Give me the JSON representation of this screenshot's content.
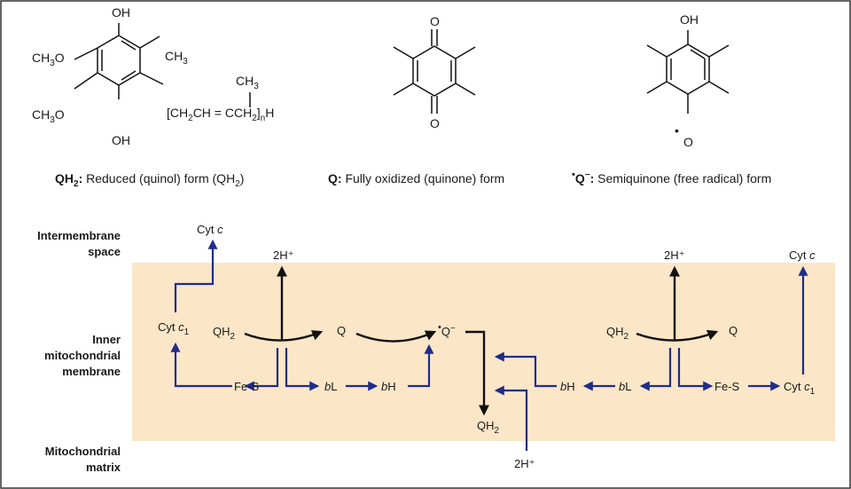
{
  "colors": {
    "membrane": "#fbe6c7",
    "electron_path": "#1f2d8a",
    "proton_path": "#111111",
    "border": "#333333"
  },
  "structures": {
    "qh2": {
      "oh_top": "OH",
      "oh_bottom": "OH",
      "och3_upper_main": "CH",
      "och3_upper_sub": "3",
      "och3_upper_tail": "O",
      "och3_lower_main": "CH",
      "och3_lower_sub": "3",
      "och3_lower_tail": "O",
      "ch3_main": "CH",
      "ch3_sub": "3",
      "chain_ch3_main": "CH",
      "chain_ch3_sub": "3",
      "chain_a": "[CH",
      "chain_a_sub": "2",
      "chain_b": "CH = CCH",
      "chain_b_sub": "2",
      "chain_c": "]",
      "chain_n": "n",
      "chain_h": "H"
    },
    "q": {
      "o_top": "O",
      "o_bottom": "O"
    },
    "semiquinone": {
      "oh_top": "OH",
      "radical_dot": "•",
      "o_bottom": "O"
    }
  },
  "captions": {
    "qh2": {
      "bold_main": "QH",
      "bold_sub": "2",
      "bold_colon": ":",
      "rest_main": " Reduced (quinol) form (QH",
      "rest_sub": "2",
      "rest_tail": ")"
    },
    "q": {
      "bold": "Q:",
      "rest": " Fully oxidized (quinone) form"
    },
    "sq": {
      "dot": "•",
      "bold_q": "Q",
      "bold_sup": "−",
      "bold_colon": ":",
      "rest": " Semiquinone (free radical) form"
    }
  },
  "regions": {
    "intermembrane": [
      "Intermembrane",
      "space"
    ],
    "inner": [
      "Inner",
      "mitochondrial",
      "membrane"
    ],
    "matrix": [
      "Mitochondrial",
      "matrix"
    ]
  },
  "cycle_left": {
    "cytc_main": "Cyt ",
    "cytc_italic": "c",
    "h_top": "2H⁺",
    "cytc1_main": "Cyt ",
    "cytc1_italic": "c",
    "cytc1_sub": "1",
    "qh2_main": "QH",
    "qh2_sub": "2",
    "q": "Q",
    "sq_dot": "•",
    "sq_main": "Q",
    "sq_sup": "−",
    "fes": "Fe-S",
    "bl_italic": "b",
    "bl_main": "L",
    "bh_italic": "b",
    "bh_main": "H",
    "qh2_out_main": "QH",
    "qh2_out_sub": "2",
    "h_bottom": "2H⁺"
  },
  "cycle_right": {
    "h_top": "2H⁺",
    "cytc_main": "Cyt ",
    "cytc_italic": "c",
    "qh2_main": "QH",
    "qh2_sub": "2",
    "q": "Q",
    "bh_italic": "b",
    "bh_main": "H",
    "bl_italic": "b",
    "bl_main": "L",
    "fes": "Fe-S",
    "cytc1_main": "Cyt ",
    "cytc1_italic": "c",
    "cytc1_sub": "1"
  }
}
